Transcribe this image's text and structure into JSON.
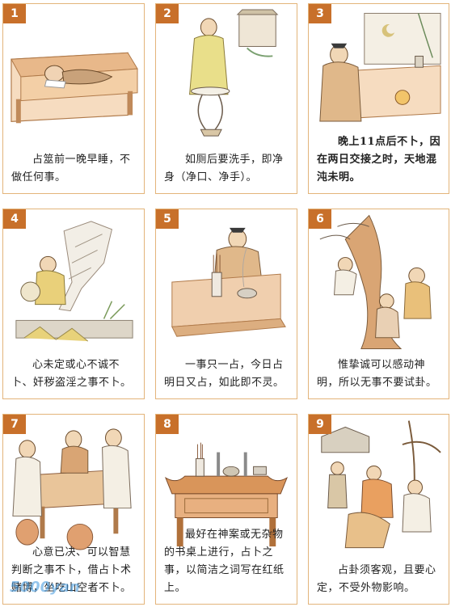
{
  "panels": [
    {
      "number": "1",
      "caption": "占筮前一晚早睡，不做任何事。"
    },
    {
      "number": "2",
      "caption": "如厕后要洗手，即净身（净口、净手）。"
    },
    {
      "number": "3",
      "caption": "晚上11点后不卜，因在两日交接之时，天地混沌未明。"
    },
    {
      "number": "4",
      "caption": "心未定或心不诚不卜、奸秽盗淫之事不卜。"
    },
    {
      "number": "5",
      "caption": "一事只一占，今日占明日又占，如此即不灵。"
    },
    {
      "number": "6",
      "caption": "惟挚诚可以感动神明，所以无事不要试卦。"
    },
    {
      "number": "7",
      "caption": "心意已决、可以智慧判断之事不卜，借占卜术赌博，坐吃山空者不卜。"
    },
    {
      "number": "8",
      "caption": "最好在神案或无杂物的书桌上进行，占卜之事，以简洁之词写在红纸上。"
    },
    {
      "number": "9",
      "caption": "占卦须客观，且要心定，不受外物影响。"
    }
  ],
  "watermark": "5000yan",
  "colors": {
    "border": "#e3b47a",
    "badge": "#c8702a",
    "ink": "#7a5a3a",
    "wood": "#d9a574",
    "robe": "#e9d08a"
  }
}
